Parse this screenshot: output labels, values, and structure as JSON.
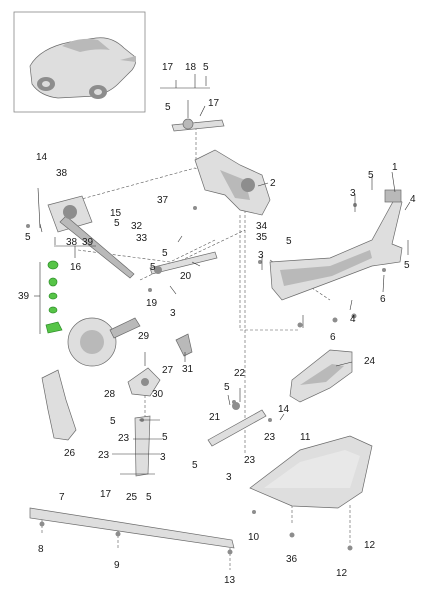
{
  "callouts": [
    {
      "id": "c1",
      "text": "1"
    },
    {
      "id": "c2",
      "text": "2"
    },
    {
      "id": "c3a",
      "text": "3"
    },
    {
      "id": "c3b",
      "text": "3"
    },
    {
      "id": "c3c",
      "text": "3"
    },
    {
      "id": "c3d",
      "text": "3"
    },
    {
      "id": "c3e",
      "text": "3"
    },
    {
      "id": "c4a",
      "text": "4"
    },
    {
      "id": "c4b",
      "text": "4"
    },
    {
      "id": "c5a",
      "text": "5"
    },
    {
      "id": "c5b",
      "text": "5"
    },
    {
      "id": "c5c",
      "text": "5"
    },
    {
      "id": "c5d",
      "text": "5"
    },
    {
      "id": "c5e",
      "text": "5"
    },
    {
      "id": "c5f",
      "text": "5"
    },
    {
      "id": "c5g",
      "text": "5"
    },
    {
      "id": "c5h",
      "text": "5"
    },
    {
      "id": "c5i",
      "text": "5"
    },
    {
      "id": "c5j",
      "text": "5"
    },
    {
      "id": "c5k",
      "text": "5"
    },
    {
      "id": "c5l",
      "text": "5"
    },
    {
      "id": "c5m",
      "text": "5"
    },
    {
      "id": "c5n",
      "text": "5"
    },
    {
      "id": "c6a",
      "text": "6"
    },
    {
      "id": "c6b",
      "text": "6"
    },
    {
      "id": "c7",
      "text": "7"
    },
    {
      "id": "c8",
      "text": "8"
    },
    {
      "id": "c9",
      "text": "9"
    },
    {
      "id": "c10",
      "text": "10"
    },
    {
      "id": "c11",
      "text": "11"
    },
    {
      "id": "c12a",
      "text": "12"
    },
    {
      "id": "c12b",
      "text": "12"
    },
    {
      "id": "c13",
      "text": "13"
    },
    {
      "id": "c14a",
      "text": "14"
    },
    {
      "id": "c14b",
      "text": "14"
    },
    {
      "id": "c15",
      "text": "15"
    },
    {
      "id": "c16",
      "text": "16"
    },
    {
      "id": "c17a",
      "text": "17"
    },
    {
      "id": "c17b",
      "text": "17"
    },
    {
      "id": "c17c",
      "text": "17"
    },
    {
      "id": "c18",
      "text": "18"
    },
    {
      "id": "c19",
      "text": "19"
    },
    {
      "id": "c20",
      "text": "20"
    },
    {
      "id": "c21",
      "text": "21"
    },
    {
      "id": "c22",
      "text": "22"
    },
    {
      "id": "c23a",
      "text": "23"
    },
    {
      "id": "c23b",
      "text": "23"
    },
    {
      "id": "c23c",
      "text": "23"
    },
    {
      "id": "c23d",
      "text": "23"
    },
    {
      "id": "c24",
      "text": "24"
    },
    {
      "id": "c25",
      "text": "25"
    },
    {
      "id": "c26",
      "text": "26"
    },
    {
      "id": "c27",
      "text": "27"
    },
    {
      "id": "c28",
      "text": "28"
    },
    {
      "id": "c29",
      "text": "29"
    },
    {
      "id": "c30",
      "text": "30"
    },
    {
      "id": "c31",
      "text": "31"
    },
    {
      "id": "c32",
      "text": "32"
    },
    {
      "id": "c33",
      "text": "33"
    },
    {
      "id": "c34",
      "text": "34"
    },
    {
      "id": "c35",
      "text": "35"
    },
    {
      "id": "c36",
      "text": "36"
    },
    {
      "id": "c37",
      "text": "37"
    },
    {
      "id": "c38a",
      "text": "38"
    },
    {
      "id": "c38b",
      "text": "38"
    },
    {
      "id": "c39a",
      "text": "39"
    },
    {
      "id": "c39b",
      "text": "39"
    }
  ],
  "colors": {
    "part_fill": "#dedede",
    "part_shade": "#b9b9b9",
    "part_dark": "#8d8d8d",
    "seal_green": "#56c447",
    "line": "#333333"
  }
}
